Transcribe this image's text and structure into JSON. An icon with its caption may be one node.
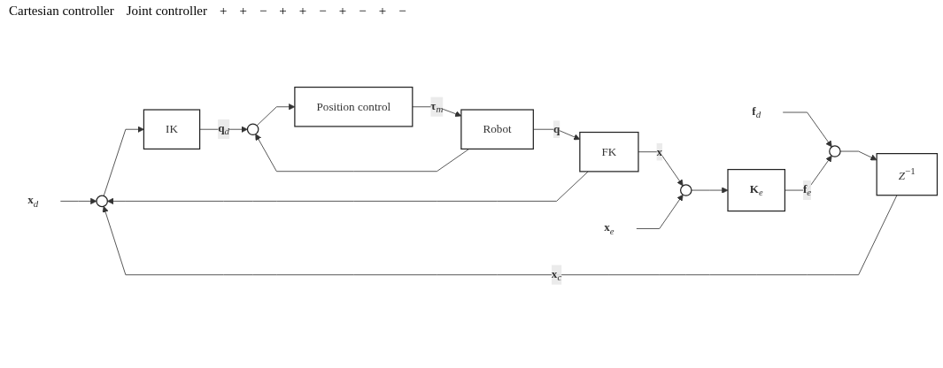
{
  "diagram": {
    "nodes": [
      {
        "text": [
          "**x**$_{d}$"
        ]
      },
      {
        "text": [
          "**f**$_{d}$"
        ]
      },
      {
        "text": [],
        "shape": "circle"
      },
      {
        "text": [
          "*Z*$^{−1}$"
        ]
      },
      {
        "text": [],
        "shape": "circle"
      },
      {
        "text": [
          "IK"
        ]
      },
      {
        "text": [],
        "shape": "circle"
      },
      {
        "text": [
          "Position control"
        ]
      },
      {
        "text": [
          "Robot"
        ]
      },
      {
        "text": [
          "FK"
        ]
      },
      {
        "text": [],
        "shape": "circle"
      },
      {
        "text": [
          "**x**$_{e}$"
        ]
      },
      {
        "text": [
          "**K**$_{e}$"
        ]
      }
    ],
    "edges": [
      {
        "from": 0,
        "to": 4,
        "arrow": "to"
      },
      {
        "from": 1,
        "to": 2,
        "arrow": "to"
      },
      {
        "from": 2,
        "to": 3,
        "arrow": "to"
      },
      {
        "from": 3,
        "to": 4,
        "arrow": "to",
        "label": "**x**$_{c}$"
      },
      {
        "from": 4,
        "to": 5,
        "arrow": "to"
      },
      {
        "from": 5,
        "to": 6,
        "arrow": "to",
        "label": "**q**$_{d}$"
      },
      {
        "from": 6,
        "to": 7,
        "arrow": "to"
      },
      {
        "from": 7,
        "to": 8,
        "arrow": "to",
        "label": "**τ**$_{m}$"
      },
      {
        "from": 8,
        "to": 9,
        "arrow": "to",
        "label": "**q**"
      },
      {
        "from": 8,
        "to": 6,
        "arrow": "to"
      },
      {
        "from": 9,
        "to": 10,
        "arrow": "to",
        "label": "**x**"
      },
      {
        "from": 9,
        "to": 4,
        "arrow": "to"
      },
      {
        "from": 11,
        "to": 10,
        "arrow": "to"
      },
      {
        "from": 10,
        "to": 12,
        "arrow": "to"
      },
      {
        "from": 12,
        "to": 2,
        "arrow": "to",
        "label": "**f**$_{e}$"
      }
    ],
    "labels": [
      "Cartesian controller",
      "Joint controller",
      "+",
      "+",
      "−",
      "+",
      "+",
      "−",
      "+",
      "−",
      "+",
      "−"
    ]
  }
}
